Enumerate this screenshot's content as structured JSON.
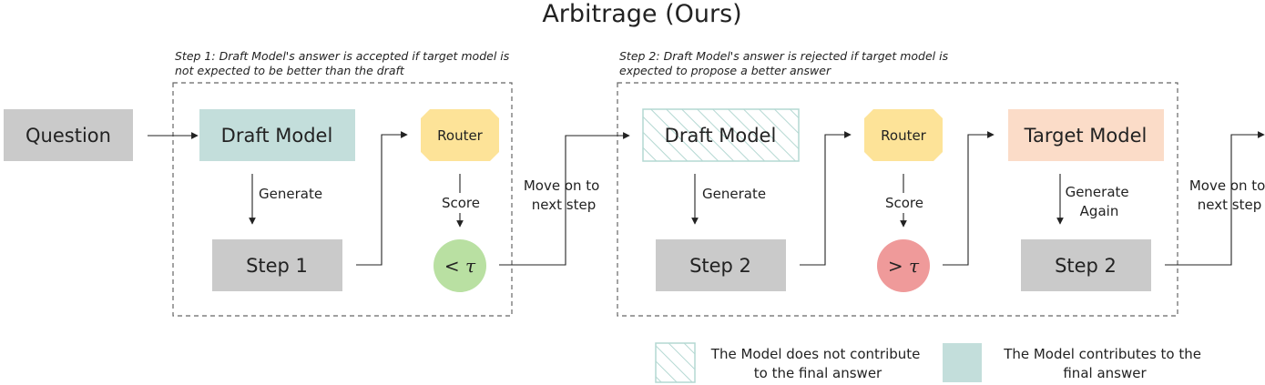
{
  "title": "Arbitrage (Ours)",
  "colors": {
    "draft": "#c3dedb",
    "router": "#fde398",
    "target": "#fbdcc8",
    "step": "#cacaca",
    "accept": "#b9e0a2",
    "reject": "#ef9a9a",
    "hatch": "#b4d8d2"
  },
  "nodes": {
    "question": "Question",
    "draft1": "Draft Model",
    "router1": "Router",
    "step1": "Step 1",
    "accept_symbol": "< τ",
    "draft2": "Draft Model",
    "router2": "Router",
    "target": "Target Model",
    "step2_draft": "Step 2",
    "reject_symbol": "> τ",
    "step2_target": "Step 2"
  },
  "edges": {
    "generate1": "Generate",
    "score1": "Score",
    "move_on1": [
      "Move on to",
      "next step"
    ],
    "generate2": "Generate",
    "score2": "Score",
    "generate_again": [
      "Generate",
      "Again"
    ],
    "move_on2": [
      "Move on to",
      "next step"
    ]
  },
  "captions": {
    "step1": [
      "Step 1: Draft Model's answer is accepted if target model is",
      "not expected to be better than the draft"
    ],
    "step2": [
      "Step 2: Draft Model's answer is rejected if target model is",
      "expected to propose a better answer"
    ]
  },
  "legend": {
    "not_contribute": [
      "The Model does not contribute",
      "to the final answer"
    ],
    "contribute": [
      "The Model contributes to the",
      "final answer"
    ]
  }
}
